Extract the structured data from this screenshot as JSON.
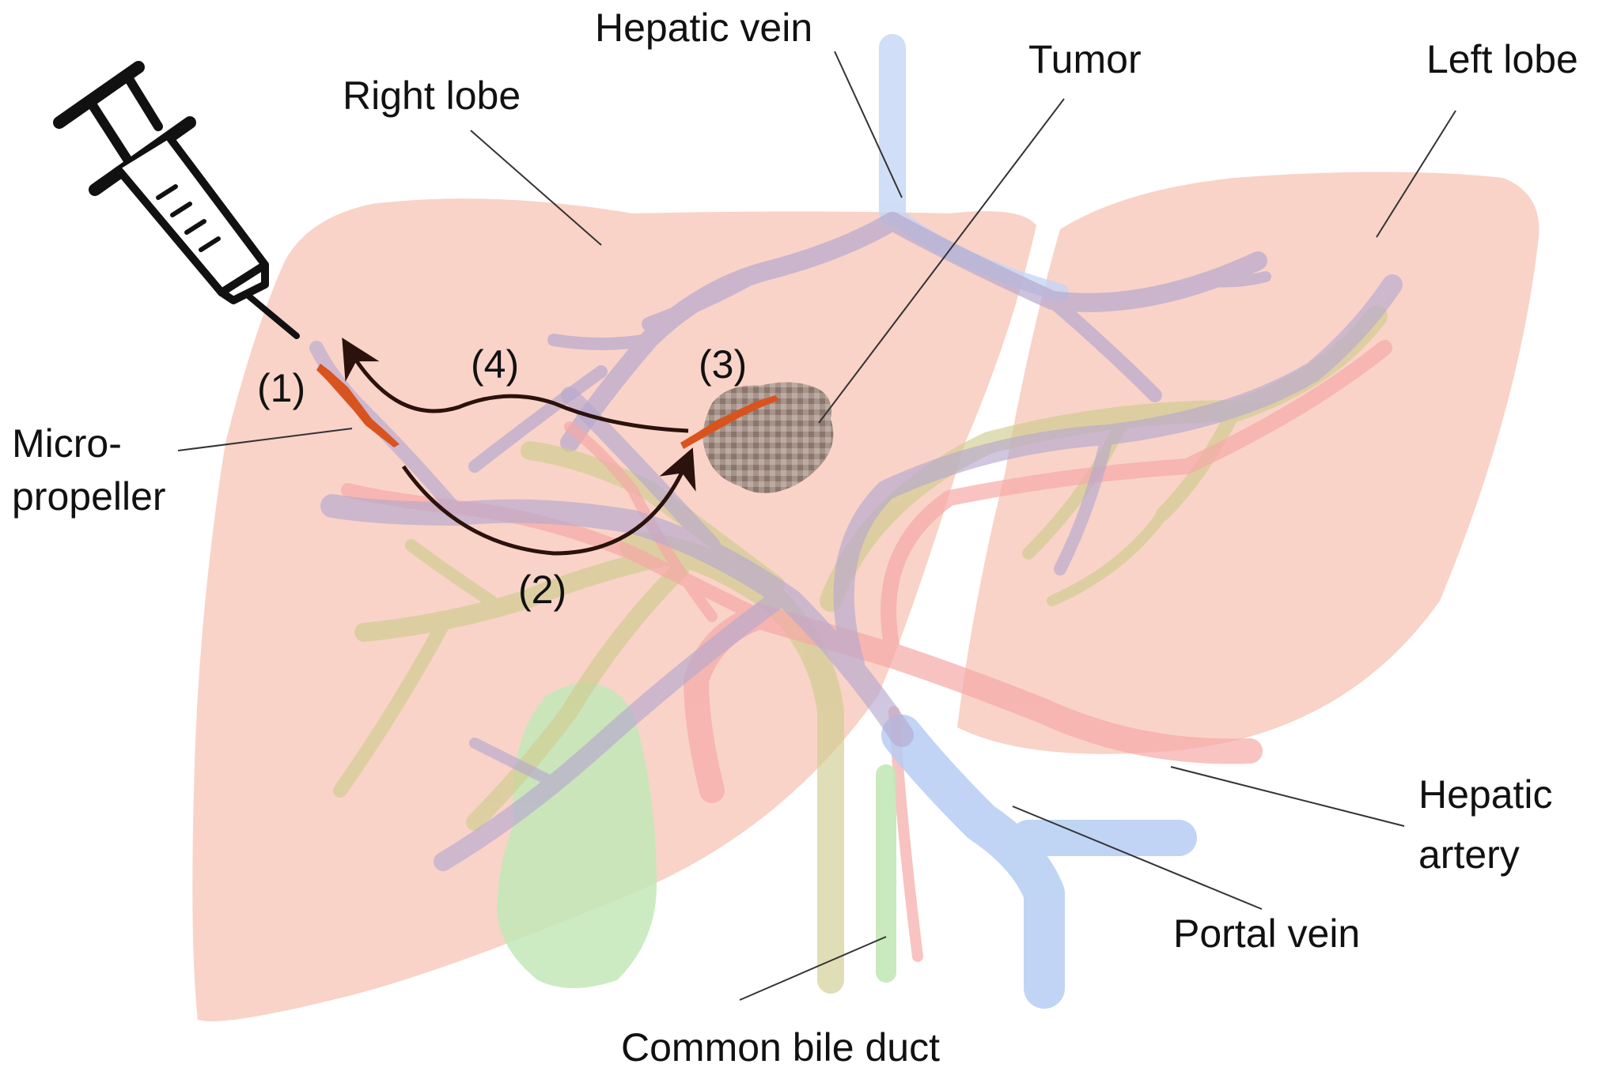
{
  "labels": {
    "hepatic_vein": "Hepatic vein",
    "tumor": "Tumor",
    "left_lobe": "Left lobe",
    "right_lobe": "Right lobe",
    "micro_line1": "Micro-",
    "micro_line2": "propeller",
    "hepatic_artery_line1": "Hepatic",
    "hepatic_artery_line2": "artery",
    "portal_vein": "Portal vein",
    "common_bile_duct": "Common bile duct"
  },
  "steps": {
    "step1": "(1)",
    "step2": "(2)",
    "step3": "(3)",
    "step4": "(4)"
  },
  "colors": {
    "liver": "#f9d3c8",
    "hepatic_vein": "#c4d6f5",
    "portal_vein": "#b6cdf3",
    "hepatic_artery": "#f6a9a6",
    "bile_duct": "#c3e7b8",
    "purple_branches": "#b7a9cf",
    "olive_branches": "#cfcc8f",
    "tumor": "#9c8a82",
    "propeller": "#d9531f",
    "arrow": "#2b120c"
  }
}
